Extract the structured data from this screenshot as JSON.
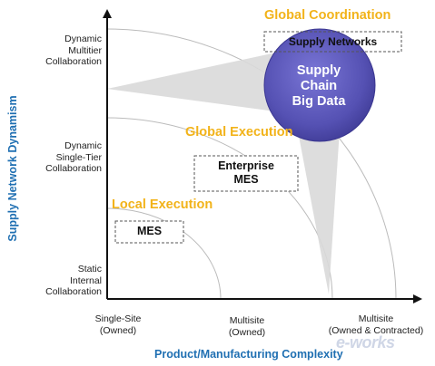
{
  "y_axis": {
    "title": "Supply Network Dynamism",
    "levels": [
      [
        "Dynamic",
        "Multitier",
        "Collaboration"
      ],
      [
        "Dynamic",
        "Single-Tier",
        "Collaboration"
      ],
      [
        "Static",
        "Internal",
        "Collaboration"
      ]
    ]
  },
  "x_axis": {
    "title": "Product/Manufacturing Complexity",
    "levels": [
      [
        "Single-Site",
        "(Owned)"
      ],
      [
        "Multisite",
        "(Owned)"
      ],
      [
        "Multisite",
        "(Owned & Contracted)"
      ]
    ]
  },
  "zones": {
    "local": "Local Execution",
    "global_exec": "Global Execution",
    "global_coord": "Global Coordination"
  },
  "boxes": {
    "mes": "MES",
    "enterprise_mes": [
      "Enterprise",
      "MES"
    ],
    "supply_networks": "Supply Networks"
  },
  "big_data": [
    "Supply",
    "Chain",
    "Big Data"
  ],
  "watermark": "e-works",
  "colors": {
    "zone_text": "#f2b31a",
    "axis_title": "#1f6fb2",
    "circle_fill": "#5a56b8",
    "wedge_fill": "#d9d9d9"
  }
}
